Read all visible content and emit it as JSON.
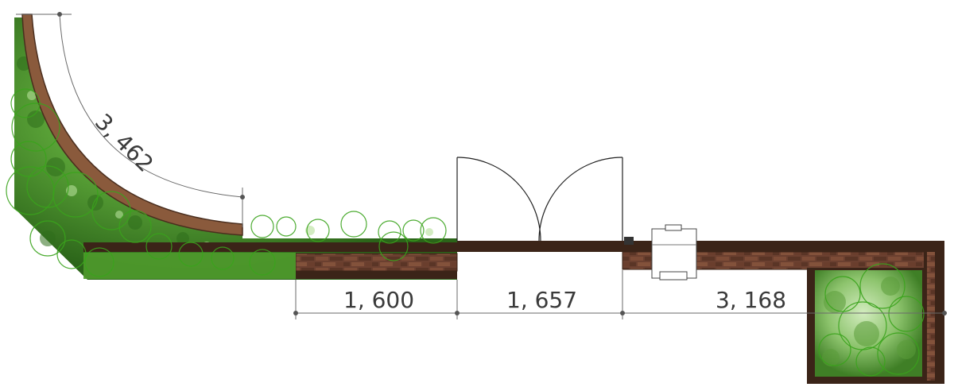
{
  "dimensions": {
    "arc_radius": "3, 462",
    "segment_1": "1, 600",
    "segment_2": "1, 657",
    "segment_3": "3, 168"
  },
  "colors": {
    "brick_dark": "#3b2418",
    "brick": "#6b4030",
    "brick_light": "#8a5a42",
    "wood_curve": "#8a5a3c",
    "foliage_dark": "#2f6e1c",
    "foliage": "#4f9a2c",
    "foliage_light": "#9bd07a",
    "plant_outline": "#3aa31c",
    "door_line": "#222222",
    "dim_line": "#6a6a6a"
  },
  "icons": [
    "door-swing-icon",
    "gate-post-icon",
    "equipment-box-icon",
    "plant-circle-icon"
  ]
}
